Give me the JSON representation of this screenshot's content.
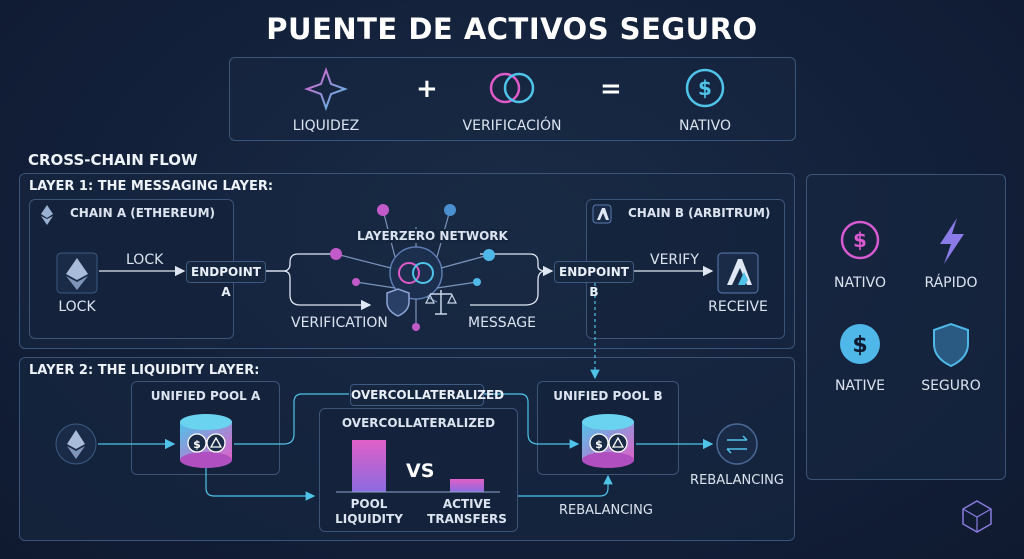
{
  "title": "PUENTE DE ACTIVOS SEGURO",
  "equation": {
    "items": [
      {
        "label": "LIQUIDEZ",
        "icon": "sparkle-icon"
      },
      {
        "label": "VERIFICACIÓN",
        "icon": "interlocking-rings-icon"
      },
      {
        "label": "NATIVO",
        "icon": "dollar-coin-icon"
      }
    ],
    "plus": "+",
    "equals": "="
  },
  "flow_title": "CROSS-CHAIN FLOW",
  "layer1": {
    "title": "LAYER 1: THE MESSAGING LAYER:",
    "chain_a": "CHAIN A (ETHEREUM)",
    "chain_b": "CHAIN B (ARBITRUM)",
    "lock_arrow": "LOCK",
    "lock_label": "LOCK",
    "endpoint_a": "ENDPOINT A",
    "endpoint_b": "ENDPOINT B",
    "network": "LAYERZERO NETWORK",
    "verification": "VERIFICATION",
    "message": "MESSAGE",
    "verify": "VERIFY",
    "receive": "RECEIVE"
  },
  "layer2": {
    "title": "LAYER 2: THE LIQUIDITY LAYER:",
    "pool_a": "UNIFIED POOL A",
    "pool_b": "UNIFIED POOL B",
    "overcollat_pill": "OVERCOLLATERALIZED",
    "overcollat_title": "OVERCOLLATERALIZED",
    "vs": "VS",
    "pool_liquidity": "POOL\nLIQUIDITY",
    "active_transfers": "ACTIVE\nTRANSFERS",
    "rebalancing_mid": "REBALANCING",
    "rebalancing_right": "REBALANCING"
  },
  "features": [
    {
      "label": "NATIVO",
      "icon": "dollar-coin-icon",
      "color": "#d85ad0"
    },
    {
      "label": "RÁPIDO",
      "icon": "lightning-icon",
      "color": "#8b7be8"
    },
    {
      "label": "NATIVE",
      "icon": "dollar-coin-icon",
      "color": "#4fb8e8"
    },
    {
      "label": "SEGURO",
      "icon": "shield-icon",
      "color": "#4fb8e8"
    }
  ],
  "colors": {
    "accent_pink": "#e05ac8",
    "accent_cyan": "#4fc3e8",
    "accent_purple": "#8b6fe0",
    "border": "#3b5478"
  }
}
